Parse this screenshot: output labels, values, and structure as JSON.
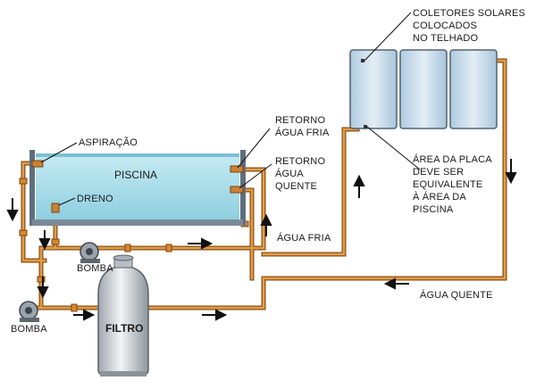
{
  "labels": {
    "coletores": [
      "COLETORES SOLARES",
      "COLOCADOS",
      "NO TELHADO"
    ],
    "aspiracao": "ASPIRAÇÃO",
    "piscina": "PISCINA",
    "dreno": "DRENO",
    "retorno_fria": [
      "RETORNO",
      "ÁGUA FRIA"
    ],
    "retorno_quente": [
      "RETORNO",
      "ÁGUA",
      "QUENTE"
    ],
    "area_placa": [
      "ÁREA DA PLACA",
      "DEVE SER",
      "EQUIVALENTE",
      "À ÁREA DA",
      "PISCINA"
    ],
    "agua_fria": "ÁGUA FRIA",
    "agua_quente": "ÁGUA QUENTE",
    "bomba_top": "BOMBA",
    "bomba_left": "BOMBA",
    "filtro": "FILTRO"
  },
  "colors": {
    "pipe": "#b06a1e",
    "pipe_light": "#e0a050",
    "water": "#a8dbe8",
    "pool_wall": "#6b7b8a",
    "panel": "#c9dcea",
    "filter": "#d4d8dc",
    "arrow": "#111111"
  }
}
